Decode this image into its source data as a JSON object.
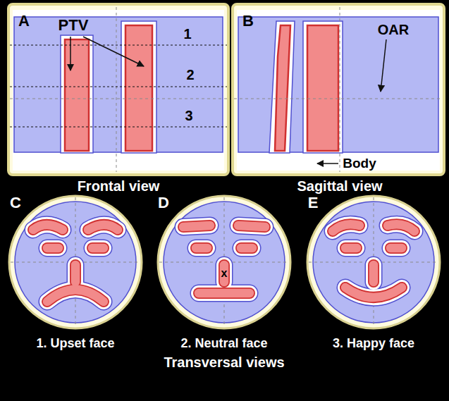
{
  "diagram": {
    "labels": [
      "A",
      "PTV",
      "1",
      "2",
      "3",
      "B",
      "OAR",
      "Body",
      "Frontal view",
      "Sagittal view",
      "C",
      "D",
      "E",
      "x",
      "1. Upset face",
      "2. Neutral face",
      "3. Happy face",
      "Transversal views"
    ]
  }
}
